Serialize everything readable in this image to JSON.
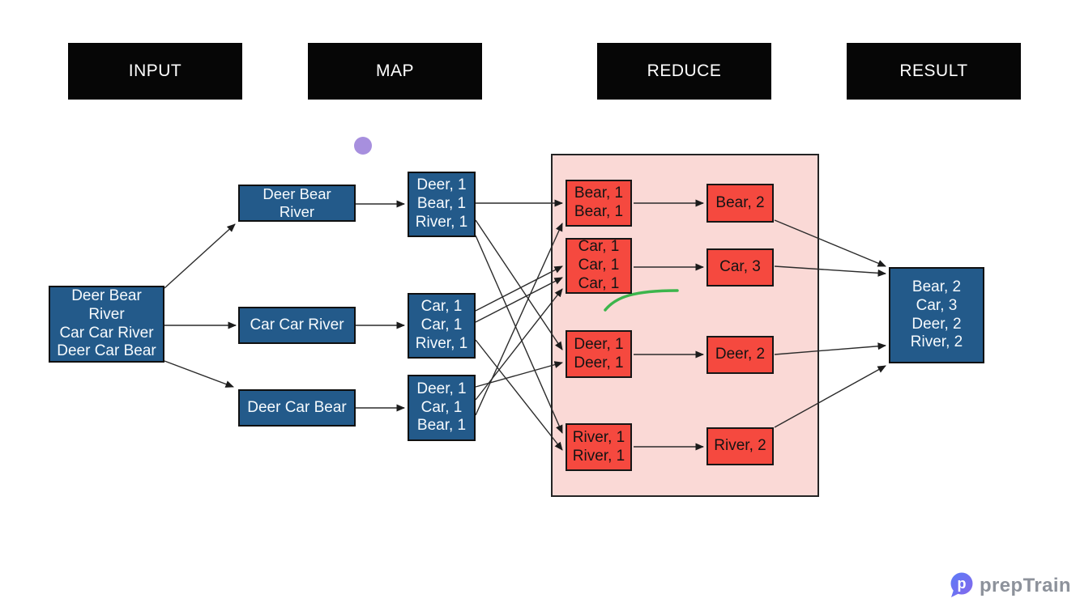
{
  "diagram": "MapReduce word-count flow",
  "headers": [
    {
      "label": "INPUT"
    },
    {
      "label": "MAP"
    },
    {
      "label": "REDUCE"
    },
    {
      "label": "RESULT"
    }
  ],
  "input_box": {
    "lines": [
      "Deer Bear",
      "River",
      "Car Car River",
      "Deer Car Bear"
    ]
  },
  "splits": [
    {
      "lines": [
        "Deer Bear",
        "River"
      ]
    },
    {
      "lines": [
        "Car Car River"
      ]
    },
    {
      "lines": [
        "Deer Car Bear"
      ]
    }
  ],
  "map_outputs": [
    {
      "lines": [
        "Deer, 1",
        "Bear, 1",
        "River, 1"
      ]
    },
    {
      "lines": [
        "Car, 1",
        "Car, 1",
        "River, 1"
      ]
    },
    {
      "lines": [
        "Deer, 1",
        "Car, 1",
        "Bear, 1"
      ]
    }
  ],
  "shuffle_groups": [
    {
      "lines": [
        "Bear, 1",
        "Bear, 1"
      ]
    },
    {
      "lines": [
        "Car, 1",
        "Car, 1",
        "Car, 1"
      ]
    },
    {
      "lines": [
        "Deer, 1",
        "Deer, 1"
      ]
    },
    {
      "lines": [
        "River, 1",
        "River, 1"
      ]
    }
  ],
  "reduce_outputs": [
    {
      "label": "Bear, 2"
    },
    {
      "label": "Car, 3"
    },
    {
      "label": "Deer, 2"
    },
    {
      "label": "River, 2"
    }
  ],
  "result_box": {
    "lines": [
      "Bear, 2",
      "Car, 3",
      "Deer, 2",
      "River, 2"
    ]
  },
  "logo": {
    "text": "prepTrain"
  },
  "colors": {
    "header_bg": "#060606",
    "node_blue": "#235a8a",
    "node_red": "#f5493f",
    "reduce_region_pink": "#fad9d6",
    "annotation_green": "#3cb54c",
    "annotation_purple": "#a78fde",
    "arrow": "#2b2b2b",
    "logo_text": "#8d929b",
    "logo_gradient_start": "#5b7bf7",
    "logo_gradient_end": "#8468ec"
  }
}
